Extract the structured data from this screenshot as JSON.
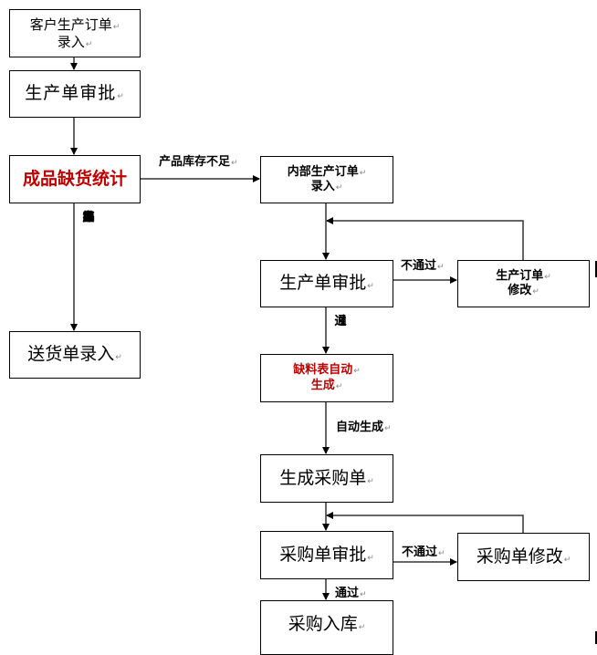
{
  "diagram": {
    "boxes": {
      "customer_order_entry": [
        "客户生产订单",
        "录入"
      ],
      "production_approval_1": [
        "生产单审批"
      ],
      "shortage_stats": [
        "成品缺货统计"
      ],
      "delivery_entry": [
        "送货单录入"
      ],
      "internal_order_entry": [
        "内部生产订单",
        "录入"
      ],
      "production_approval_2": [
        "生产单审批"
      ],
      "production_order_modify": [
        "生产订单",
        "修改"
      ],
      "shortage_auto_gen": [
        "缺料表自动",
        "生成"
      ],
      "generate_po": [
        "生成采购单"
      ],
      "po_approval": [
        "采购单审批"
      ],
      "po_modify": [
        "采购单修改"
      ],
      "purchase_stock_in": [
        "采购入库"
      ]
    },
    "edge_labels": {
      "stock_insufficient": "产品库存不足",
      "stock_sufficient": [
        "产",
        "品",
        "库",
        "存",
        "足",
        "够"
      ],
      "reject_1": "不通过",
      "pass_1": [
        "通",
        "过"
      ],
      "auto_generate": "自动生成",
      "reject_2": "不通过",
      "pass_2": "通过"
    },
    "colors": {
      "highlight": "#c00000",
      "line": "#000000"
    }
  }
}
